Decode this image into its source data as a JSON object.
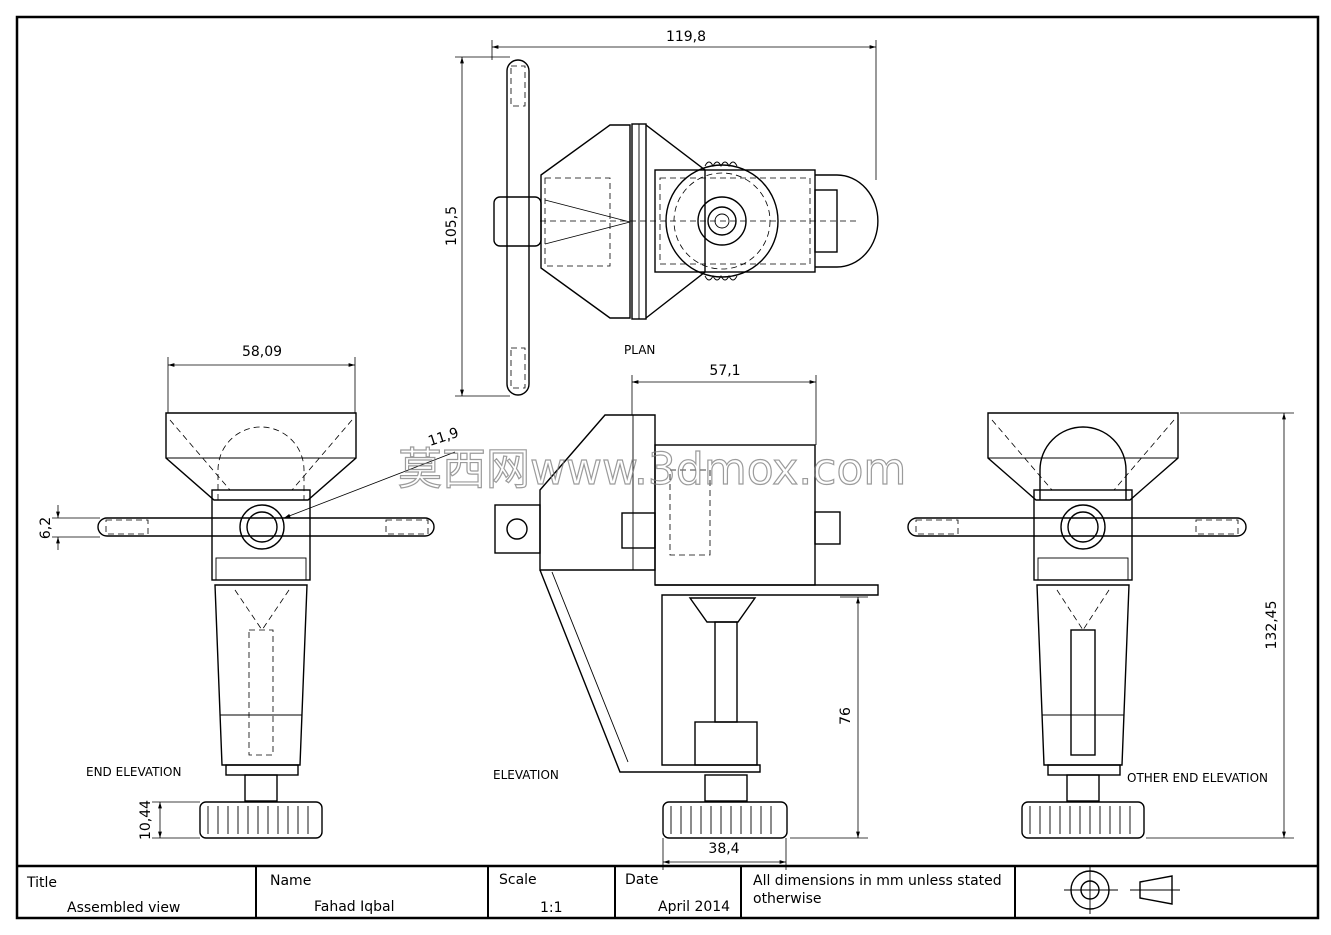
{
  "views": {
    "plan": "PLAN",
    "end_elevation": "END ELEVATION",
    "elevation": "ELEVATION",
    "other_end_elevation": "OTHER END ELEVATION"
  },
  "dimensions": {
    "plan_width": "119,8",
    "plan_height": "105,5",
    "end_width": "58,09",
    "end_handle": "6,2",
    "end_hole": "11,9",
    "end_knob": "10,44",
    "elev_width": "57,1",
    "elev_height": "76",
    "elev_knob": "38,4",
    "other_height": "132,45"
  },
  "watermark": "莫西网www.3dmox.com",
  "title_block": {
    "title_label": "Title",
    "title_value": "Assembled view",
    "name_label": "Name",
    "name_value": "Fahad Iqbal",
    "scale_label": "Scale",
    "scale_value": "1:1",
    "date_label": "Date",
    "date_value": "April 2014",
    "note_line1": "All dimensions in mm unless stated",
    "note_line2": "otherwise"
  }
}
